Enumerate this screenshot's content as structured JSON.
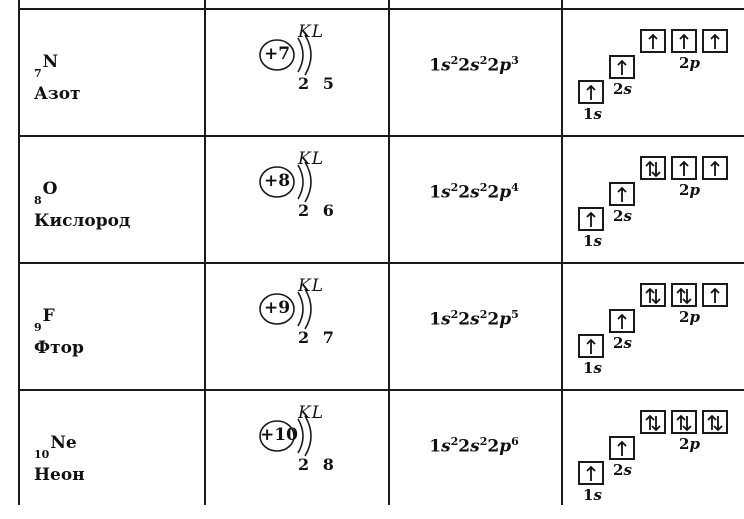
{
  "rows": [
    {
      "number": "7",
      "symbol": "N",
      "name": "Азот",
      "charge": "+7",
      "shells": "KL",
      "electrons": "2 5",
      "config": [
        "2",
        "2",
        "3"
      ],
      "p_cells": [
        "up",
        "up",
        "up"
      ]
    },
    {
      "number": "8",
      "symbol": "O",
      "name": "Кислород",
      "charge": "+8",
      "shells": "KL",
      "electrons": "2 6",
      "config": [
        "2",
        "2",
        "4"
      ],
      "p_cells": [
        "pair",
        "up",
        "up"
      ]
    },
    {
      "number": "9",
      "symbol": "F",
      "name": "Фтор",
      "charge": "+9",
      "shells": "KL",
      "electrons": "2 7",
      "config": [
        "2",
        "2",
        "5"
      ],
      "p_cells": [
        "pair",
        "pair",
        "up"
      ]
    },
    {
      "number": "10",
      "symbol": "Ne",
      "name": "Неон",
      "charge": "+10",
      "shells": "KL",
      "electrons": "2 8",
      "config": [
        "2",
        "2",
        "6"
      ],
      "p_cells": [
        "pair",
        "pair",
        "pair"
      ]
    }
  ],
  "sublevels": {
    "s1": "1",
    "s2": "2",
    "p2": "2",
    "s_letter": "s",
    "p_letter": "p"
  }
}
